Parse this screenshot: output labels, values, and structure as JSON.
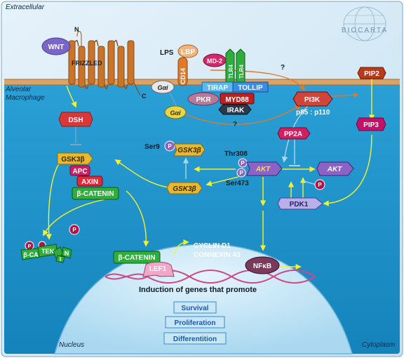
{
  "regions": {
    "extracellular": "Extracellular",
    "alveolar": "Alveolar",
    "macrophage": "Macrophage",
    "nucleus": "Nucleus",
    "cytoplasm": "Cytoplasm"
  },
  "brand": "BIOCARTA",
  "nodes": {
    "wnt": "WNT",
    "frizzled": "FRIZZLED",
    "n_term": "N",
    "c_term": "C",
    "dsh": "DSH",
    "gsk3b_left": "GSK3β",
    "apc": "APC",
    "axin": "AXIN",
    "bcatenin_cyto": "β-CATENIN",
    "p_small": "P",
    "degraded_bca": "β-CA",
    "degraded_ten": "TEN",
    "degraded_i": "I",
    "degraded_n": "N",
    "lps": "LPS",
    "lbp": "LBP",
    "cd14": "CD14",
    "md2": "MD-2",
    "tlr4_a": "TLR4",
    "tlr4_b": "TLR4",
    "gai_membrane": "Gαi",
    "gai_free": "Gαi",
    "tirap": "TIRAP",
    "tollip": "TOLLIP",
    "pkr": "PKR",
    "myd88": "MYD88",
    "irak": "IRAK",
    "question1": "?",
    "question2": "?",
    "pi3k": "PI3K",
    "pi3k_sub": "p85 : p110",
    "pip2": "PIP2",
    "pip3": "PIP3",
    "pp2a": "PP2A",
    "ser9": "Ser9",
    "gsk3b_p": "GSK3β",
    "thr308": "Thr308",
    "ser473": "Ser473",
    "akt_active": "AKT",
    "akt_inactive": "AKT",
    "gsk3b_mid": "GSK3β",
    "pdk1": "PDK1",
    "bcatenin_nuc": "β-CATENIN",
    "lef1": "LEF1",
    "cyclin_d1": "CYCLIN D1",
    "connexin43": "CONNEXIN 43",
    "nfkb": "NFκB"
  },
  "outcomes": {
    "heading": "Induction of genes that promote",
    "items": [
      "Survival",
      "Proliferation",
      "Differentition"
    ]
  },
  "colors": {
    "cytoplasm": "#1f93c8",
    "nucleus": "#c0e4f6",
    "frizzled": "#c8742a",
    "bcatenin": "#2fae3c",
    "gsk3b": "#e8b830",
    "akt": "#8b63c6",
    "pi3k": "#d0443a",
    "apc": "#d01f62",
    "phospho": "#b0124a",
    "dna": "#cc4a8a"
  }
}
